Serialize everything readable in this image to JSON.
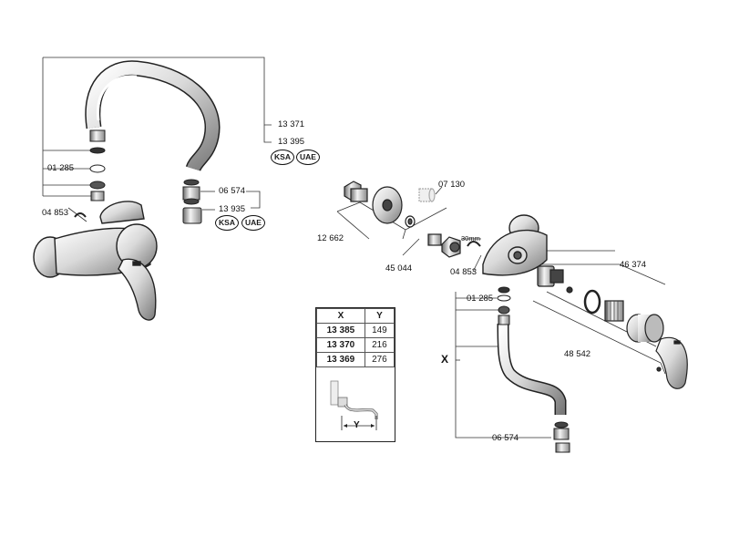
{
  "left_assembly": {
    "spout_part": "13 371",
    "spout_variant": "13 395",
    "spout_badges": [
      "KSA",
      "UAE"
    ],
    "aerator_group": "06 574",
    "aerator_variant": "13 935",
    "aerator_badges": [
      "KSA",
      "UAE"
    ],
    "seal_part": "01 285",
    "clip_part": "04 853"
  },
  "right_assembly": {
    "top_part": "07 130",
    "handle_part": "12 662",
    "connector_part": "45 044",
    "dimension": "30mm",
    "clip_part": "04 853",
    "seal_part": "01 285",
    "cartridge_part": "46 374",
    "lever_part": "48 542",
    "spout_dimension_label": "X",
    "aerator_part": "06 574"
  },
  "table": {
    "headers": [
      "X",
      "Y"
    ],
    "rows": [
      {
        "code": "13 385",
        "y": "149"
      },
      {
        "code": "13 370",
        "y": "216"
      },
      {
        "code": "13 369",
        "y": "276"
      }
    ],
    "diagram_label": "Y"
  }
}
